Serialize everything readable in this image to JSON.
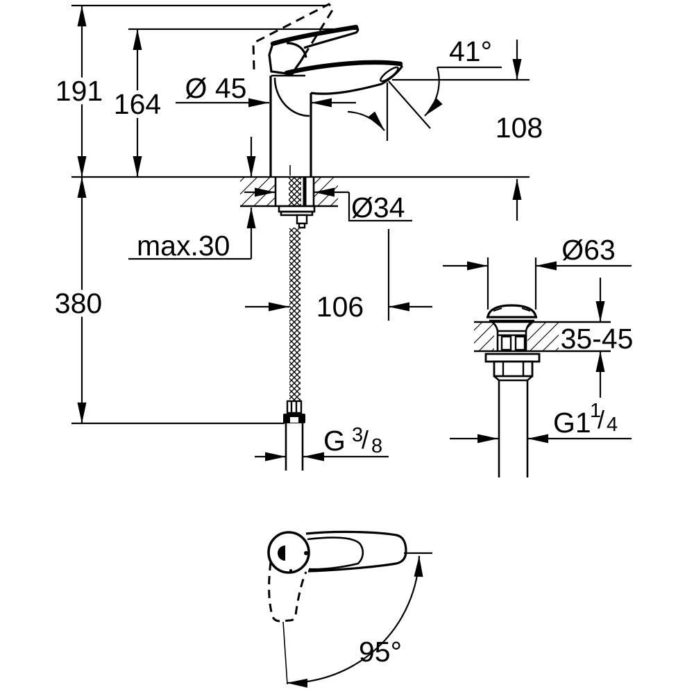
{
  "page": {
    "background": "#ffffff",
    "ink": "#000000"
  },
  "drawing_type": "faucet-technical-dimension-drawing",
  "annotations": {
    "overall_height": "191",
    "lever_height": "164",
    "body_diameter": "Ø 45",
    "spout_angle": "41°",
    "spout_outlet_height": "108",
    "max_deck_thickness": "max.30",
    "shank_diameter": "Ø34",
    "hose_length": "380",
    "spout_reach": "106",
    "waste_cap_diameter": "Ø63",
    "waste_deck_thickness": "35-45",
    "handle_swing_angle": "95°",
    "supply_thread_prefix": "G",
    "supply_thread_numerator": "3",
    "supply_thread_slash": "/",
    "supply_thread_denominator": "8",
    "waste_thread_prefix": "G1",
    "waste_thread_numerator": "1",
    "waste_thread_slash": "/",
    "waste_thread_denominator": "4"
  }
}
